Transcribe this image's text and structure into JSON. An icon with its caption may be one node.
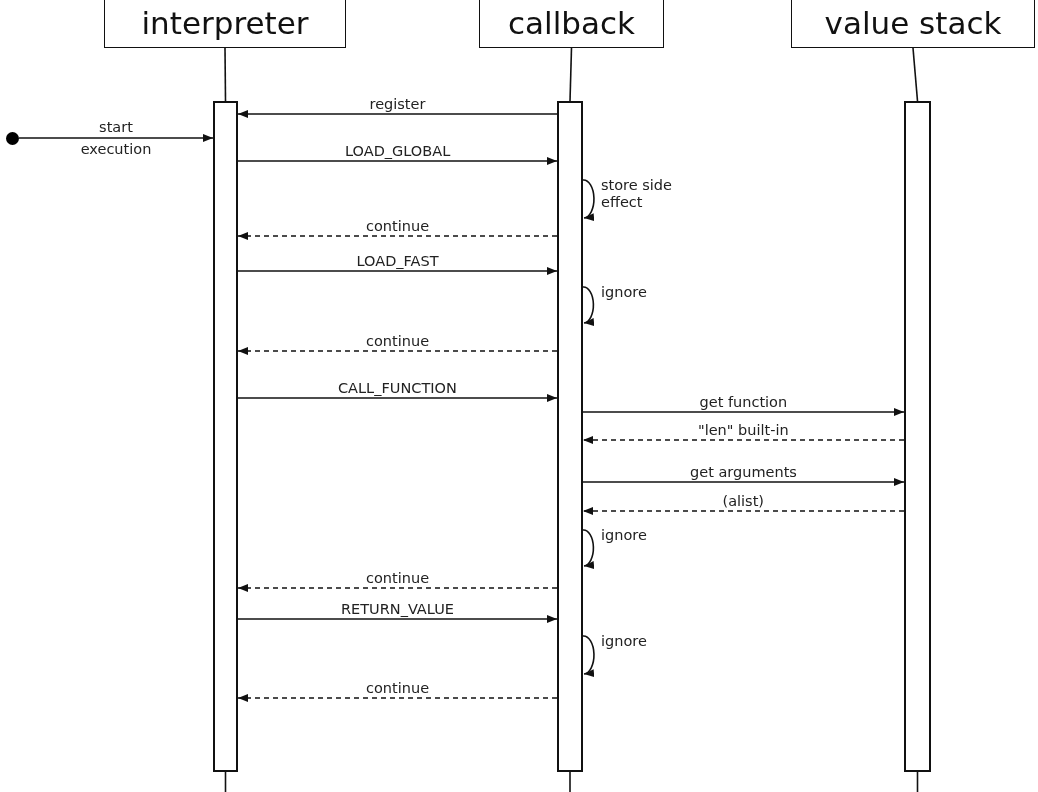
{
  "diagram": {
    "nodes": [
      {
        "text": [
          "interpreter"
        ]
      },
      {
        "text": [
          "callback"
        ]
      },
      {
        "text": [
          "value stack"
        ]
      },
      {
        "text": [],
        "shape": "bar"
      },
      {
        "text": [],
        "shape": "bar"
      },
      {
        "text": [],
        "shape": "bar"
      },
      {
        "text": [],
        "shape": "circle"
      }
    ],
    "edges": [
      {
        "from": 0,
        "to": 3,
        "arrow": "none"
      },
      {
        "from": 1,
        "to": 4,
        "arrow": "none"
      },
      {
        "from": 2,
        "to": 5,
        "arrow": "none"
      },
      {
        "from": 3,
        "to": null,
        "arrow": "none"
      },
      {
        "from": 4,
        "to": null,
        "arrow": "none"
      },
      {
        "from": 5,
        "to": null,
        "arrow": "none"
      },
      {
        "from": 4,
        "to": 3,
        "arrow": "to",
        "label": "register"
      },
      {
        "from": 6,
        "to": 3,
        "arrow": "to",
        "label": "start execution"
      },
      {
        "from": 3,
        "to": 4,
        "arrow": "to",
        "label": "LOAD_GLOBAL"
      },
      {
        "from": 4,
        "to": 4,
        "arrow": "to",
        "label": "store side effect"
      },
      {
        "from": 4,
        "to": 3,
        "arrow": "to",
        "label": "continue",
        "style": "dashed"
      },
      {
        "from": 3,
        "to": 4,
        "arrow": "to",
        "label": "LOAD_FAST"
      },
      {
        "from": 4,
        "to": 4,
        "arrow": "to",
        "label": "ignore"
      },
      {
        "from": 4,
        "to": 3,
        "arrow": "to",
        "label": "continue",
        "style": "dashed"
      },
      {
        "from": 3,
        "to": 4,
        "arrow": "to",
        "label": "CALL_FUNCTION"
      },
      {
        "from": 4,
        "to": 5,
        "arrow": "to",
        "label": "get function"
      },
      {
        "from": 5,
        "to": 4,
        "arrow": "to",
        "label": "\"len\" built-in",
        "style": "dashed"
      },
      {
        "from": 4,
        "to": 5,
        "arrow": "to",
        "label": "get arguments"
      },
      {
        "from": 5,
        "to": 4,
        "arrow": "to",
        "label": "(alist)",
        "style": "dashed"
      },
      {
        "from": 4,
        "to": 4,
        "arrow": "to",
        "label": "ignore"
      },
      {
        "from": 4,
        "to": 3,
        "arrow": "to",
        "label": "continue",
        "style": "dashed"
      },
      {
        "from": 3,
        "to": 4,
        "arrow": "to",
        "label": "RETURN_VALUE"
      },
      {
        "from": 4,
        "to": 4,
        "arrow": "to",
        "label": "ignore"
      },
      {
        "from": 4,
        "to": 3,
        "arrow": "to",
        "label": "continue",
        "style": "dashed"
      }
    ]
  }
}
